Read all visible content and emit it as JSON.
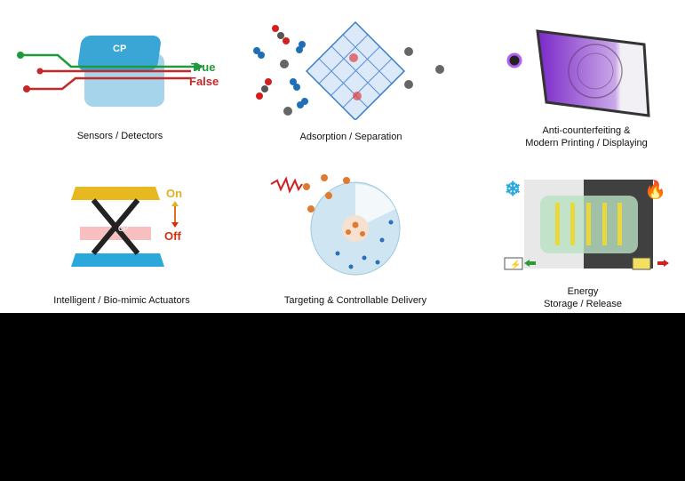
{
  "panels": [
    {
      "caption": "Sensors / Detectors",
      "chip_label": "CP",
      "true_label": "True",
      "false_label": "False"
    },
    {
      "caption": "Adsorption / Separation"
    },
    {
      "caption_line1": "Anti-counterfeiting &",
      "caption_line2": "Modern Printing / Displaying"
    },
    {
      "caption": "Intelligent / Bio-mimic Actuators",
      "on_label": "On",
      "off_label": "Off",
      "scissor_label": "CP"
    },
    {
      "caption": "Targeting & Controllable Delivery"
    },
    {
      "caption_line1": "Energy",
      "caption_line2": "Storage / Release"
    }
  ],
  "colors": {
    "true": "#1f9a3a",
    "false": "#c62828",
    "on": "#e0b020",
    "off": "#d03010",
    "chip": "#3aa6d6",
    "uv": "#8a3ad0"
  }
}
